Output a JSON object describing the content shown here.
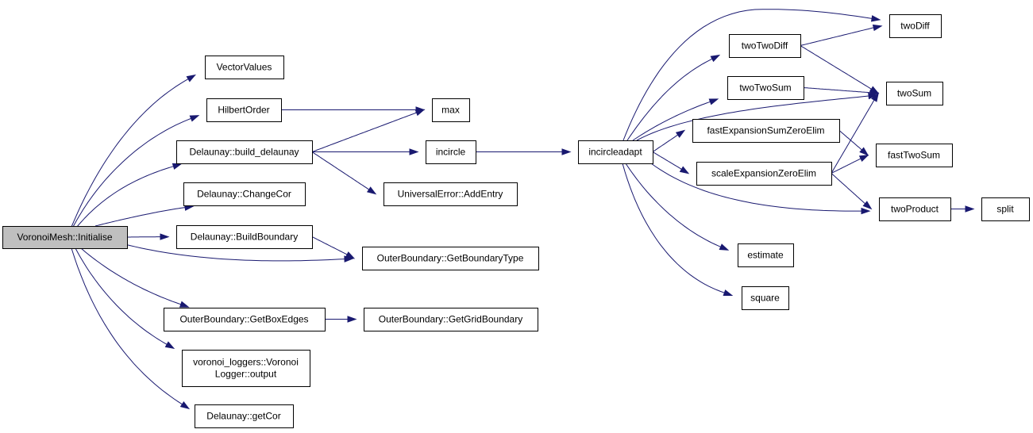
{
  "colors": {
    "edge": "#191970",
    "root_fill": "#bfbfbf",
    "node_fill": "#ffffff"
  },
  "nodes": [
    {
      "id": "initialise",
      "lines": [
        "VoronoiMesh::Initialise"
      ],
      "root": true
    },
    {
      "id": "vectorvalues",
      "lines": [
        "VectorValues"
      ]
    },
    {
      "id": "hilbertorder",
      "lines": [
        "HilbertOrder"
      ]
    },
    {
      "id": "build_delaunay",
      "lines": [
        "Delaunay::build_delaunay"
      ]
    },
    {
      "id": "changecor",
      "lines": [
        "Delaunay::ChangeCor"
      ]
    },
    {
      "id": "buildboundary",
      "lines": [
        "Delaunay::BuildBoundary"
      ]
    },
    {
      "id": "getboxedges",
      "lines": [
        "OuterBoundary::GetBoxEdges"
      ]
    },
    {
      "id": "logger_output",
      "lines": [
        "voronoi_loggers::Voronoi",
        "Logger::output"
      ]
    },
    {
      "id": "getcor",
      "lines": [
        "Delaunay::getCor"
      ]
    },
    {
      "id": "max",
      "lines": [
        "max"
      ]
    },
    {
      "id": "incircle",
      "lines": [
        "incircle"
      ]
    },
    {
      "id": "addentry",
      "lines": [
        "UniversalError::AddEntry"
      ]
    },
    {
      "id": "getboundarytype",
      "lines": [
        "OuterBoundary::GetBoundaryType"
      ]
    },
    {
      "id": "getgridboundary",
      "lines": [
        "OuterBoundary::GetGridBoundary"
      ]
    },
    {
      "id": "incircleadapt",
      "lines": [
        "incircleadapt"
      ]
    },
    {
      "id": "twotwodiff",
      "lines": [
        "twoTwoDiff"
      ]
    },
    {
      "id": "twotwosum",
      "lines": [
        "twoTwoSum"
      ]
    },
    {
      "id": "fastexp",
      "lines": [
        "fastExpansionSumZeroElim"
      ]
    },
    {
      "id": "scaleexp",
      "lines": [
        "scaleExpansionZeroElim"
      ]
    },
    {
      "id": "estimate",
      "lines": [
        "estimate"
      ]
    },
    {
      "id": "square",
      "lines": [
        "square"
      ]
    },
    {
      "id": "twodiff",
      "lines": [
        "twoDiff"
      ]
    },
    {
      "id": "twosum",
      "lines": [
        "twoSum"
      ]
    },
    {
      "id": "fasttwosum",
      "lines": [
        "fastTwoSum"
      ]
    },
    {
      "id": "twoproduct",
      "lines": [
        "twoProduct"
      ]
    },
    {
      "id": "split",
      "lines": [
        "split"
      ]
    }
  ],
  "edges": [
    [
      "initialise",
      "vectorvalues"
    ],
    [
      "initialise",
      "hilbertorder"
    ],
    [
      "initialise",
      "build_delaunay"
    ],
    [
      "initialise",
      "changecor"
    ],
    [
      "initialise",
      "buildboundary"
    ],
    [
      "initialise",
      "getboundarytype"
    ],
    [
      "initialise",
      "getboxedges"
    ],
    [
      "initialise",
      "logger_output"
    ],
    [
      "initialise",
      "getcor"
    ],
    [
      "hilbertorder",
      "max"
    ],
    [
      "build_delaunay",
      "max"
    ],
    [
      "build_delaunay",
      "incircle"
    ],
    [
      "build_delaunay",
      "addentry"
    ],
    [
      "buildboundary",
      "getboundarytype"
    ],
    [
      "getboxedges",
      "getgridboundary"
    ],
    [
      "incircle",
      "incircleadapt"
    ],
    [
      "incircleadapt",
      "twodiff"
    ],
    [
      "incircleadapt",
      "twotwodiff"
    ],
    [
      "incircleadapt",
      "twotwosum"
    ],
    [
      "incircleadapt",
      "fastexp"
    ],
    [
      "incircleadapt",
      "scaleexp"
    ],
    [
      "incircleadapt",
      "twosum"
    ],
    [
      "incircleadapt",
      "twoproduct"
    ],
    [
      "incircleadapt",
      "estimate"
    ],
    [
      "incircleadapt",
      "square"
    ],
    [
      "twotwodiff",
      "twodiff"
    ],
    [
      "twotwodiff",
      "twosum"
    ],
    [
      "twotwosum",
      "twosum"
    ],
    [
      "fastexp",
      "fasttwosum"
    ],
    [
      "scaleexp",
      "fasttwosum"
    ],
    [
      "scaleexp",
      "twosum"
    ],
    [
      "scaleexp",
      "twoproduct"
    ],
    [
      "twoproduct",
      "split"
    ]
  ]
}
